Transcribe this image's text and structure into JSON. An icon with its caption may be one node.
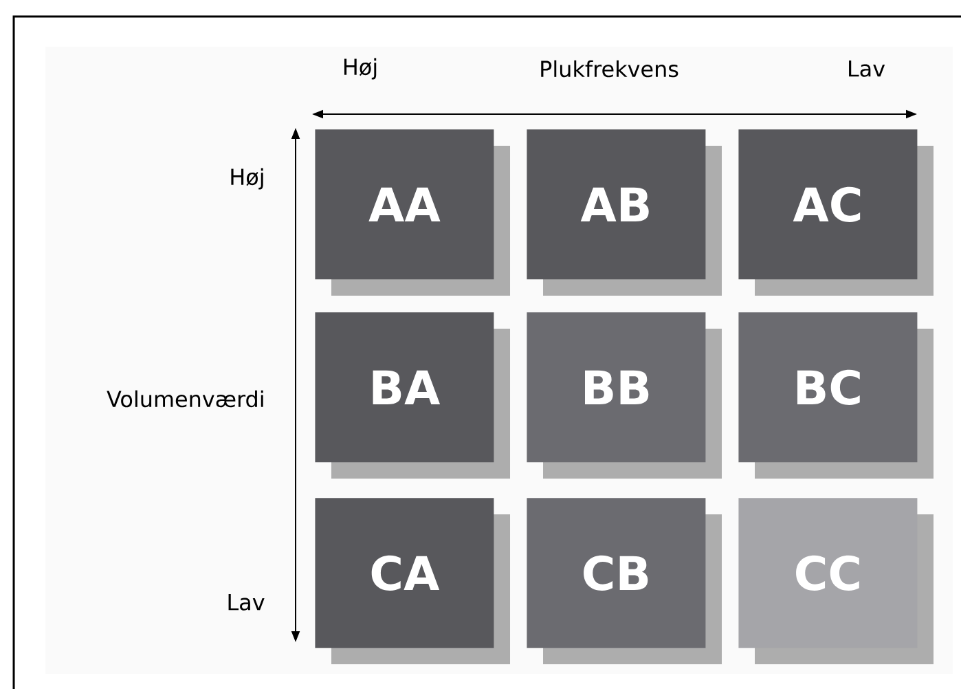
{
  "diagram": {
    "nodes": [
      {
        "text": [
          "AA"
        ]
      },
      {
        "text": [
          "AB"
        ]
      },
      {
        "text": [
          "AC"
        ]
      },
      {
        "text": [
          "BA"
        ]
      },
      {
        "text": [
          "BB"
        ]
      },
      {
        "text": [
          "BC"
        ]
      },
      {
        "text": [
          "CA"
        ]
      },
      {
        "text": [
          "CB"
        ]
      },
      {
        "text": [
          "CC"
        ]
      }
    ],
    "labels": [
      "Høj",
      "Plukfrekvens",
      "Lav",
      "Høj",
      "Volumenværdi",
      "Lav"
    ]
  }
}
